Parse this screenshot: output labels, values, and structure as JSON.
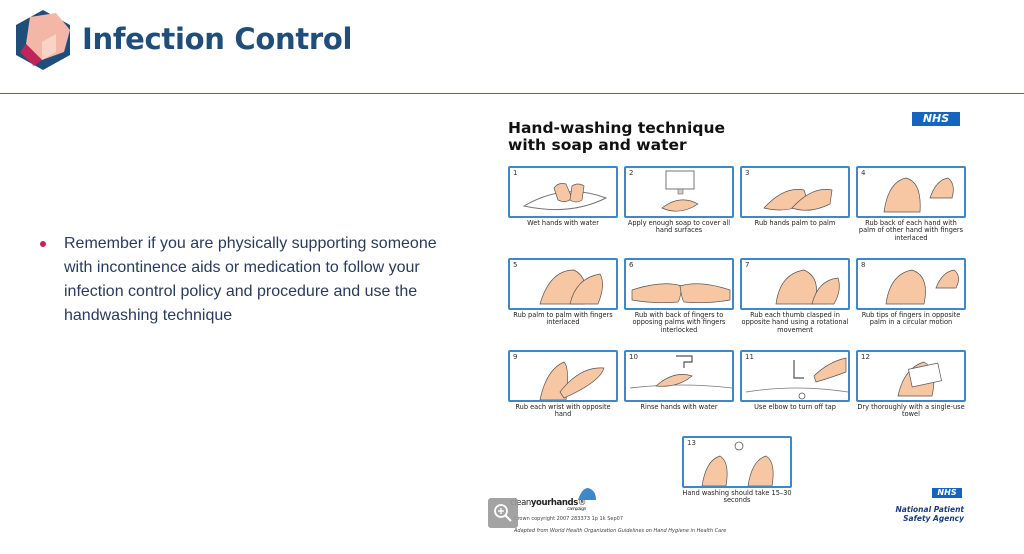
{
  "header": {
    "title": "Infection Control",
    "colors": {
      "title": "#1f4e7a",
      "logo_dark": "#1f4e7a",
      "logo_light": "#f4b6a6",
      "logo_red": "#c0245a"
    }
  },
  "content": {
    "bullets": [
      "Remember if you are physically supporting someone with incontinence aids or medication to follow your infection control policy and procedure and use the handwashing technique"
    ],
    "bullet_color": "#c0245a"
  },
  "poster": {
    "title_line1": "Hand-washing technique",
    "title_line2": "with soap and water",
    "nhs_badge": "NHS",
    "steps": [
      {
        "num": "1",
        "caption": "Wet hands with water"
      },
      {
        "num": "2",
        "caption": "Apply enough soap to cover all hand surfaces"
      },
      {
        "num": "3",
        "caption": "Rub hands palm to palm"
      },
      {
        "num": "4",
        "caption": "Rub back of each hand with palm of other hand with fingers interlaced"
      },
      {
        "num": "5",
        "caption": "Rub palm to palm with fingers interlaced"
      },
      {
        "num": "6",
        "caption": "Rub with back of fingers to opposing palms with fingers interlocked"
      },
      {
        "num": "7",
        "caption": "Rub each thumb clasped in opposite hand using a rotational movement"
      },
      {
        "num": "8",
        "caption": "Rub tips of fingers in opposite palm in a circular motion"
      },
      {
        "num": "9",
        "caption": "Rub each wrist with opposite hand"
      },
      {
        "num": "10",
        "caption": "Rinse hands with water"
      },
      {
        "num": "11",
        "caption": "Use elbow to turn off tap"
      },
      {
        "num": "12",
        "caption": "Dry thoroughly with a single-use towel"
      },
      {
        "num": "13",
        "caption": "Hand washing should take 15–30 seconds"
      }
    ],
    "campaign_logo": {
      "prefix": "clean",
      "bold": "yourhands",
      "suffix": "®",
      "sub": "campaign"
    },
    "fineprint_1": "Crown copyright 2007 283373 1p 1k Sep07",
    "fineprint_2": "Adapted from World Health Organization Guidelines on Hand Hygiene in Health Care",
    "footer_nhs": "NHS",
    "agency_line1": "National Patient",
    "agency_line2": "Safety Agency",
    "frame_color": "#3e88c7"
  },
  "zoom_control": {
    "icon": "magnifier-plus-icon"
  }
}
